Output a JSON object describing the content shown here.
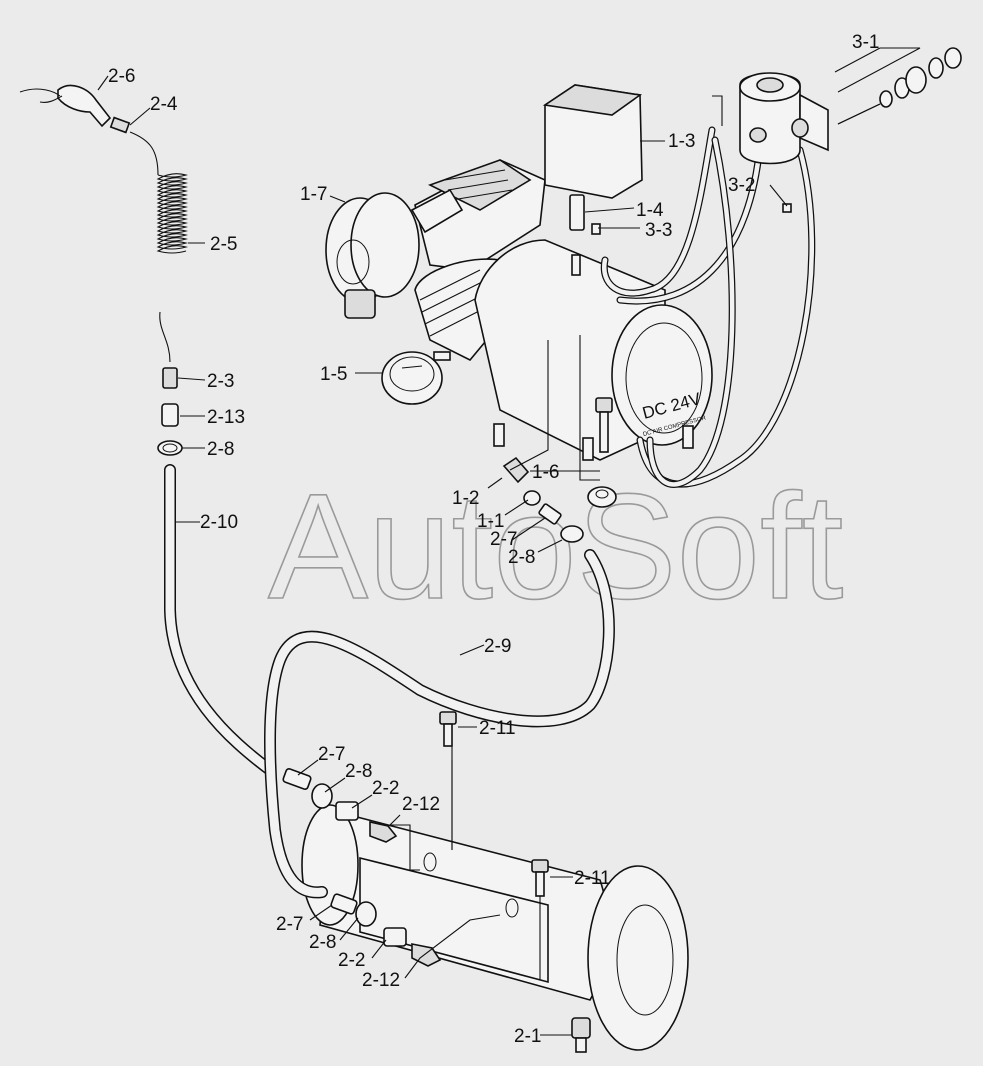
{
  "diagram": {
    "watermark": "AutoSoft",
    "badge_text": "DC 24V",
    "badge_subtext": "DC AIR COMPRESSOR",
    "labels": {
      "l_3_1": "3-1",
      "l_2_6": "2-6",
      "l_2_4": "2-4",
      "l_1_3": "1-3",
      "l_1_7": "1-7",
      "l_3_2": "3-2",
      "l_1_4": "1-4",
      "l_3_3": "3-3",
      "l_2_5": "2-5",
      "l_1_5": "1-5",
      "l_2_3": "2-3",
      "l_2_13": "2-13",
      "l_2_8_top": "2-8",
      "l_1_6": "1-6",
      "l_1_2": "1-2",
      "l_1_1": "1-1",
      "l_2_7_mid": "2-7",
      "l_2_8_mid": "2-8",
      "l_2_10": "2-10",
      "l_2_9": "2-9",
      "l_2_11_top": "2-11",
      "l_2_7_left": "2-7",
      "l_2_8_left": "2-8",
      "l_2_2_left": "2-2",
      "l_2_12_left": "2-12",
      "l_2_11_right": "2-11",
      "l_2_7_bot": "2-7",
      "l_2_8_bot": "2-8",
      "l_2_2_bot": "2-2",
      "l_2_12_bot": "2-12",
      "l_2_1": "2-1"
    }
  }
}
